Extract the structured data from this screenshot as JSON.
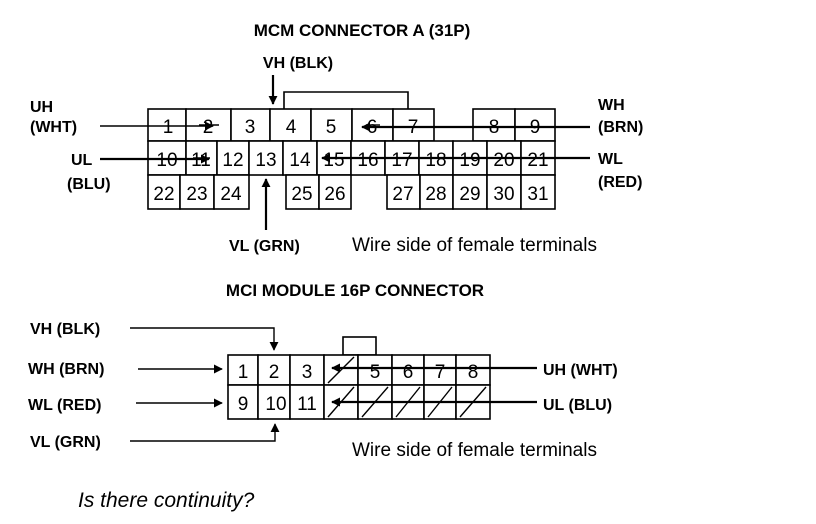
{
  "mcm": {
    "title": "MCM CONNECTOR A (31P)",
    "note": "Wire side of female terminals",
    "pins": {
      "p1": "1",
      "p2": "2",
      "p3": "3",
      "p4": "4",
      "p5": "5",
      "p6": "6",
      "p7": "7",
      "p8": "8",
      "p9": "9",
      "p10": "10",
      "p11": "11",
      "p12": "12",
      "p13": "13",
      "p14": "14",
      "p15": "15",
      "p16": "16",
      "p17": "17",
      "p18": "18",
      "p19": "19",
      "p20": "20",
      "p21": "21",
      "p22": "22",
      "p23": "23",
      "p24": "24",
      "p25": "25",
      "p26": "26",
      "p27": "27",
      "p28": "28",
      "p29": "29",
      "p30": "30",
      "p31": "31"
    },
    "labels": {
      "vh": "VH (BLK)",
      "uh1": "UH",
      "uh2": "(WHT)",
      "ul1": "UL",
      "ul2": "(BLU)",
      "wh1": "WH",
      "wh2": "(BRN)",
      "wl1": "WL",
      "wl2": "(RED)",
      "vl": "VL (GRN)"
    }
  },
  "mci": {
    "title": "MCI MODULE 16P CONNECTOR",
    "note": "Wire side of female terminals",
    "pins": {
      "p1": "1",
      "p2": "2",
      "p3": "3",
      "p5": "5",
      "p6": "6",
      "p7": "7",
      "p8": "8",
      "p9": "9",
      "p10": "10",
      "p11": "11"
    },
    "labels": {
      "vh": "VH (BLK)",
      "wh": "WH (BRN)",
      "wl": "WL (RED)",
      "vl": "VL (GRN)",
      "uh": "UH (WHT)",
      "ul": "UL (BLU)"
    }
  },
  "question": "Is there continuity?"
}
